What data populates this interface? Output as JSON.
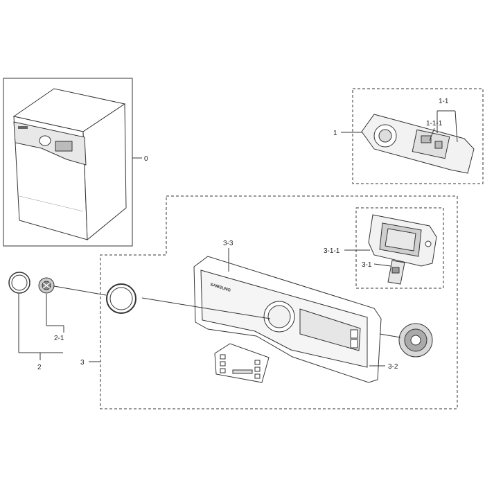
{
  "labels": {
    "l0": "0",
    "l1": "1",
    "l1_1": "1-1",
    "l1_1_1": "1-1-1",
    "l2": "2",
    "l2_1": "2-1",
    "l3": "3",
    "l3_1": "3-1",
    "l3_1_1": "3-1-1",
    "l3_2": "3-2",
    "l3_3": "3-3"
  },
  "logo": {
    "brand": "SAMSUNG"
  },
  "colors": {
    "line": "#333333",
    "fill_light": "#f2f2f2",
    "fill_mid": "#cfcfcf"
  }
}
